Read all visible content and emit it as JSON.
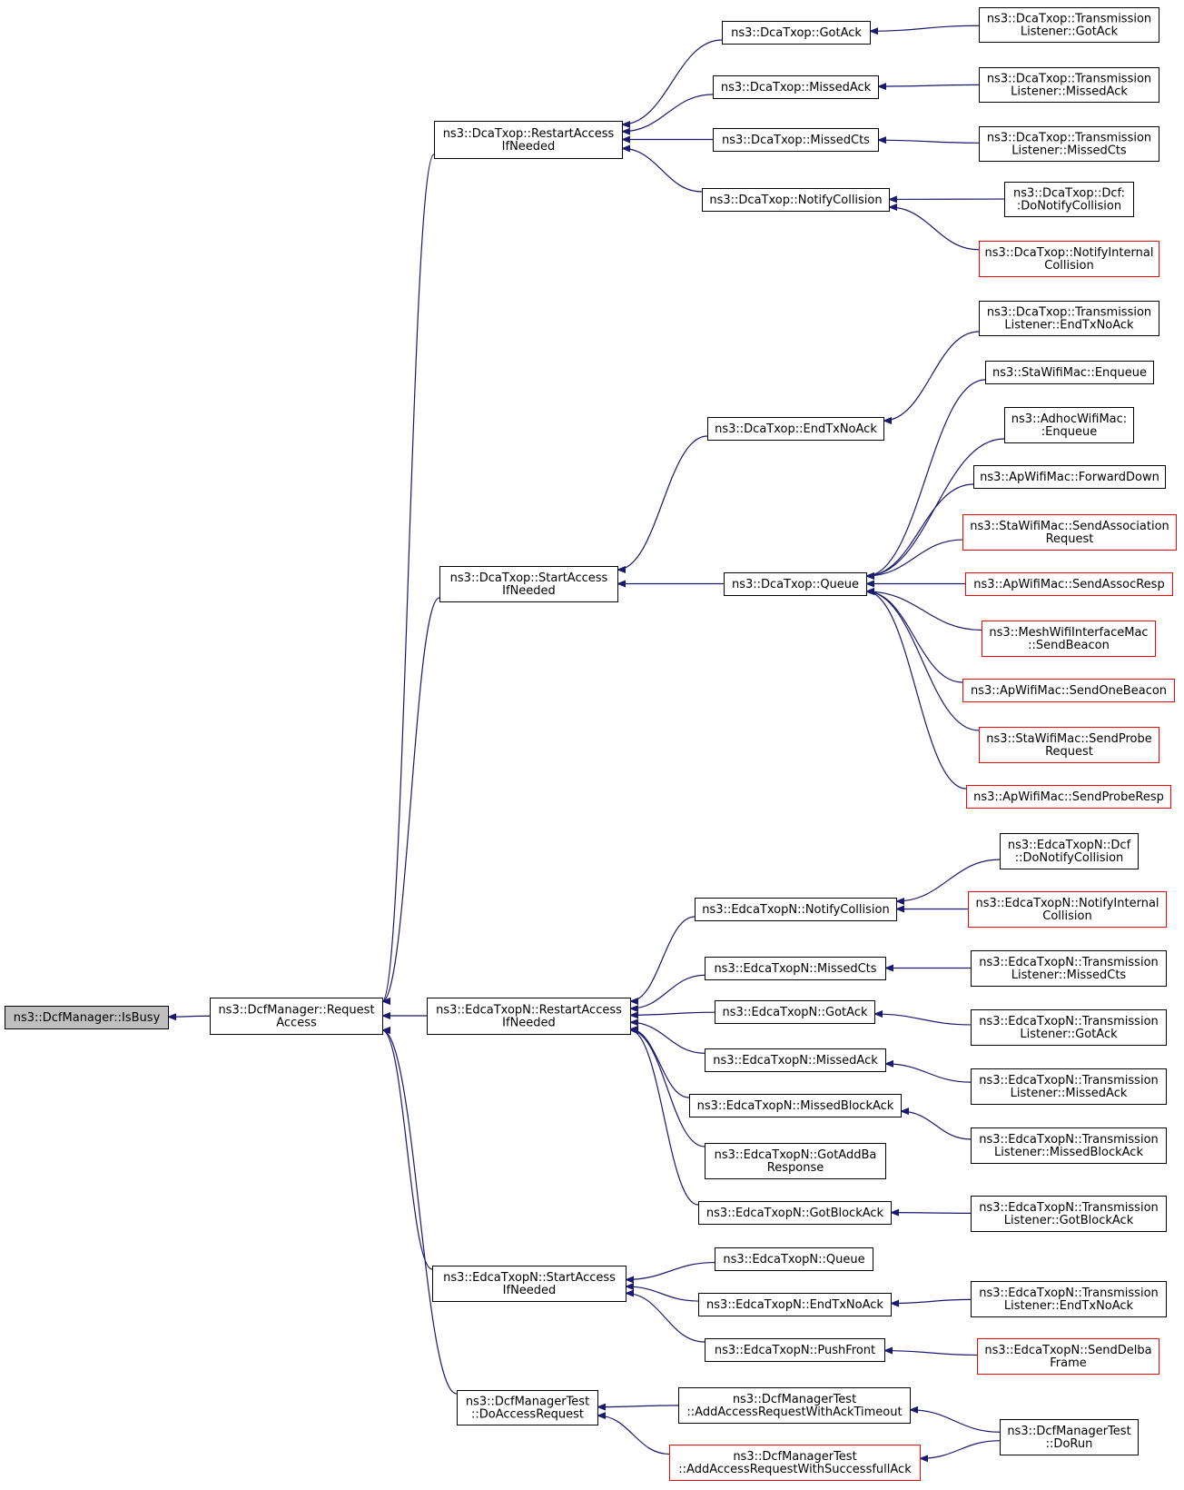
{
  "title": "",
  "colors": {
    "edge": "#191970",
    "node_border": "#000000",
    "node_border_incomplete": "#ff0000",
    "node_fill": "#ffffff",
    "root_fill": "#bfbfbf"
  },
  "nodes": [
    {
      "id": "isbusy",
      "lines": [
        "ns3::DcfManager::IsBusy"
      ],
      "style": "root"
    },
    {
      "id": "request",
      "lines": [
        "ns3::DcfManager::Request",
        "Access"
      ],
      "style": "normal"
    },
    {
      "id": "dca_restart",
      "lines": [
        "ns3::DcaTxop::RestartAccess",
        "IfNeeded"
      ],
      "style": "normal"
    },
    {
      "id": "dca_start",
      "lines": [
        "ns3::DcaTxop::StartAccess",
        "IfNeeded"
      ],
      "style": "normal"
    },
    {
      "id": "edca_restart",
      "lines": [
        "ns3::EdcaTxopN::RestartAccess",
        "IfNeeded"
      ],
      "style": "normal"
    },
    {
      "id": "edca_start",
      "lines": [
        "ns3::EdcaTxopN::StartAccess",
        "IfNeeded"
      ],
      "style": "normal"
    },
    {
      "id": "dcftest_do",
      "lines": [
        "ns3::DcfManagerTest",
        "::DoAccessRequest"
      ],
      "style": "normal"
    },
    {
      "id": "dca_gotack",
      "lines": [
        "ns3::DcaTxop::GotAck"
      ],
      "style": "normal"
    },
    {
      "id": "dca_missedack",
      "lines": [
        "ns3::DcaTxop::MissedAck"
      ],
      "style": "normal"
    },
    {
      "id": "dca_missedcts",
      "lines": [
        "ns3::DcaTxop::MissedCts"
      ],
      "style": "normal"
    },
    {
      "id": "dca_notifycoll",
      "lines": [
        "ns3::DcaTxop::NotifyCollision"
      ],
      "style": "normal"
    },
    {
      "id": "tl_gotack",
      "lines": [
        "ns3::DcaTxop::Transmission",
        "Listener::GotAck"
      ],
      "style": "normal"
    },
    {
      "id": "tl_missedack",
      "lines": [
        "ns3::DcaTxop::Transmission",
        "Listener::MissedAck"
      ],
      "style": "normal"
    },
    {
      "id": "tl_missedcts",
      "lines": [
        "ns3::DcaTxop::Transmission",
        "Listener::MissedCts"
      ],
      "style": "normal"
    },
    {
      "id": "dca_dcf_donotify",
      "lines": [
        "ns3::DcaTxop::Dcf:",
        ":DoNotifyCollision"
      ],
      "style": "normal"
    },
    {
      "id": "dca_notifyinternal",
      "lines": [
        "ns3::DcaTxop::NotifyInternal",
        "Collision"
      ],
      "style": "red"
    },
    {
      "id": "tl_endtxnoack",
      "lines": [
        "ns3::DcaTxop::Transmission",
        "Listener::EndTxNoAck"
      ],
      "style": "normal"
    },
    {
      "id": "dca_endtxnoack",
      "lines": [
        "ns3::DcaTxop::EndTxNoAck"
      ],
      "style": "normal"
    },
    {
      "id": "dca_queue",
      "lines": [
        "ns3::DcaTxop::Queue"
      ],
      "style": "normal"
    },
    {
      "id": "sta_enqueue",
      "lines": [
        "ns3::StaWifiMac::Enqueue"
      ],
      "style": "normal"
    },
    {
      "id": "adhoc_enqueue",
      "lines": [
        "ns3::AdhocWifiMac:",
        ":Enqueue"
      ],
      "style": "normal"
    },
    {
      "id": "ap_forwarddown",
      "lines": [
        "ns3::ApWifiMac::ForwardDown"
      ],
      "style": "normal"
    },
    {
      "id": "sta_sendassoc",
      "lines": [
        "ns3::StaWifiMac::SendAssociation",
        "Request"
      ],
      "style": "red"
    },
    {
      "id": "ap_sendassocresp",
      "lines": [
        "ns3::ApWifiMac::SendAssocResp"
      ],
      "style": "red"
    },
    {
      "id": "mesh_sendbeacon",
      "lines": [
        "ns3::MeshWifiInterfaceMac",
        "::SendBeacon"
      ],
      "style": "red"
    },
    {
      "id": "ap_sendonebeacon",
      "lines": [
        "ns3::ApWifiMac::SendOneBeacon"
      ],
      "style": "red"
    },
    {
      "id": "sta_sendprobe",
      "lines": [
        "ns3::StaWifiMac::SendProbe",
        "Request"
      ],
      "style": "red"
    },
    {
      "id": "ap_sendproberesp",
      "lines": [
        "ns3::ApWifiMac::SendProbeResp"
      ],
      "style": "red"
    },
    {
      "id": "edca_dcf_donotify",
      "lines": [
        "ns3::EdcaTxopN::Dcf",
        "::DoNotifyCollision"
      ],
      "style": "normal"
    },
    {
      "id": "edca_notifycoll",
      "lines": [
        "ns3::EdcaTxopN::NotifyCollision"
      ],
      "style": "normal"
    },
    {
      "id": "edca_notifyinternal",
      "lines": [
        "ns3::EdcaTxopN::NotifyInternal",
        "Collision"
      ],
      "style": "red"
    },
    {
      "id": "edca_missedcts",
      "lines": [
        "ns3::EdcaTxopN::MissedCts"
      ],
      "style": "normal"
    },
    {
      "id": "etl_missedcts",
      "lines": [
        "ns3::EdcaTxopN::Transmission",
        "Listener::MissedCts"
      ],
      "style": "normal"
    },
    {
      "id": "edca_gotack",
      "lines": [
        "ns3::EdcaTxopN::GotAck"
      ],
      "style": "normal"
    },
    {
      "id": "etl_gotack",
      "lines": [
        "ns3::EdcaTxopN::Transmission",
        "Listener::GotAck"
      ],
      "style": "normal"
    },
    {
      "id": "edca_missedack",
      "lines": [
        "ns3::EdcaTxopN::MissedAck"
      ],
      "style": "normal"
    },
    {
      "id": "etl_missedack",
      "lines": [
        "ns3::EdcaTxopN::Transmission",
        "Listener::MissedAck"
      ],
      "style": "normal"
    },
    {
      "id": "edca_missedblockack",
      "lines": [
        "ns3::EdcaTxopN::MissedBlockAck"
      ],
      "style": "normal"
    },
    {
      "id": "etl_missedblockack",
      "lines": [
        "ns3::EdcaTxopN::Transmission",
        "Listener::MissedBlockAck"
      ],
      "style": "normal"
    },
    {
      "id": "edca_gotaddba",
      "lines": [
        "ns3::EdcaTxopN::GotAddBa",
        "Response"
      ],
      "style": "normal"
    },
    {
      "id": "edca_gotblockack",
      "lines": [
        "ns3::EdcaTxopN::GotBlockAck"
      ],
      "style": "normal"
    },
    {
      "id": "etl_gotblockack",
      "lines": [
        "ns3::EdcaTxopN::Transmission",
        "Listener::GotBlockAck"
      ],
      "style": "normal"
    },
    {
      "id": "edca_queue",
      "lines": [
        "ns3::EdcaTxopN::Queue"
      ],
      "style": "normal"
    },
    {
      "id": "edca_endtxnoack",
      "lines": [
        "ns3::EdcaTxopN::EndTxNoAck"
      ],
      "style": "normal"
    },
    {
      "id": "etl_endtxnoack",
      "lines": [
        "ns3::EdcaTxopN::Transmission",
        "Listener::EndTxNoAck"
      ],
      "style": "normal"
    },
    {
      "id": "edca_pushfront",
      "lines": [
        "ns3::EdcaTxopN::PushFront"
      ],
      "style": "normal"
    },
    {
      "id": "edca_senddelba",
      "lines": [
        "ns3::EdcaTxopN::SendDelba",
        "Frame"
      ],
      "style": "red"
    },
    {
      "id": "dcftest_ackto",
      "lines": [
        "ns3::DcfManagerTest",
        "::AddAccessRequestWithAckTimeout"
      ],
      "style": "normal"
    },
    {
      "id": "dcftest_succ",
      "lines": [
        "ns3::DcfManagerTest",
        "::AddAccessRequestWithSuccessfullAck"
      ],
      "style": "red"
    },
    {
      "id": "dcftest_dorun",
      "lines": [
        "ns3::DcfManagerTest",
        "::DoRun"
      ],
      "style": "normal"
    }
  ],
  "edges": [
    {
      "from": "request",
      "to": "isbusy"
    },
    {
      "from": "dca_restart",
      "to": "request"
    },
    {
      "from": "dca_start",
      "to": "request"
    },
    {
      "from": "edca_restart",
      "to": "request"
    },
    {
      "from": "edca_start",
      "to": "request"
    },
    {
      "from": "dcftest_do",
      "to": "request"
    },
    {
      "from": "dca_gotack",
      "to": "dca_restart"
    },
    {
      "from": "dca_missedack",
      "to": "dca_restart"
    },
    {
      "from": "dca_missedcts",
      "to": "dca_restart"
    },
    {
      "from": "dca_notifycoll",
      "to": "dca_restart"
    },
    {
      "from": "tl_gotack",
      "to": "dca_gotack"
    },
    {
      "from": "tl_missedack",
      "to": "dca_missedack"
    },
    {
      "from": "tl_missedcts",
      "to": "dca_missedcts"
    },
    {
      "from": "dca_dcf_donotify",
      "to": "dca_notifycoll"
    },
    {
      "from": "dca_notifyinternal",
      "to": "dca_notifycoll"
    },
    {
      "from": "dca_endtxnoack",
      "to": "dca_start"
    },
    {
      "from": "dca_queue",
      "to": "dca_start"
    },
    {
      "from": "tl_endtxnoack",
      "to": "dca_endtxnoack"
    },
    {
      "from": "sta_enqueue",
      "to": "dca_queue"
    },
    {
      "from": "adhoc_enqueue",
      "to": "dca_queue"
    },
    {
      "from": "ap_forwarddown",
      "to": "dca_queue"
    },
    {
      "from": "sta_sendassoc",
      "to": "dca_queue"
    },
    {
      "from": "ap_sendassocresp",
      "to": "dca_queue"
    },
    {
      "from": "mesh_sendbeacon",
      "to": "dca_queue"
    },
    {
      "from": "ap_sendonebeacon",
      "to": "dca_queue"
    },
    {
      "from": "sta_sendprobe",
      "to": "dca_queue"
    },
    {
      "from": "ap_sendproberesp",
      "to": "dca_queue"
    },
    {
      "from": "edca_notifycoll",
      "to": "edca_restart"
    },
    {
      "from": "edca_missedcts",
      "to": "edca_restart"
    },
    {
      "from": "edca_gotack",
      "to": "edca_restart"
    },
    {
      "from": "edca_missedack",
      "to": "edca_restart"
    },
    {
      "from": "edca_missedblockack",
      "to": "edca_restart"
    },
    {
      "from": "edca_gotaddba",
      "to": "edca_restart"
    },
    {
      "from": "edca_gotblockack",
      "to": "edca_restart"
    },
    {
      "from": "edca_dcf_donotify",
      "to": "edca_notifycoll"
    },
    {
      "from": "edca_notifyinternal",
      "to": "edca_notifycoll"
    },
    {
      "from": "etl_missedcts",
      "to": "edca_missedcts"
    },
    {
      "from": "etl_gotack",
      "to": "edca_gotack"
    },
    {
      "from": "etl_missedack",
      "to": "edca_missedack"
    },
    {
      "from": "etl_missedblockack",
      "to": "edca_missedblockack"
    },
    {
      "from": "etl_gotblockack",
      "to": "edca_gotblockack"
    },
    {
      "from": "edca_queue",
      "to": "edca_start"
    },
    {
      "from": "edca_endtxnoack",
      "to": "edca_start"
    },
    {
      "from": "edca_pushfront",
      "to": "edca_start"
    },
    {
      "from": "etl_endtxnoack",
      "to": "edca_endtxnoack"
    },
    {
      "from": "edca_senddelba",
      "to": "edca_pushfront"
    },
    {
      "from": "dcftest_ackto",
      "to": "dcftest_do"
    },
    {
      "from": "dcftest_succ",
      "to": "dcftest_do"
    },
    {
      "from": "dcftest_dorun",
      "to": "dcftest_ackto"
    },
    {
      "from": "dcftest_dorun",
      "to": "dcftest_succ"
    }
  ]
}
